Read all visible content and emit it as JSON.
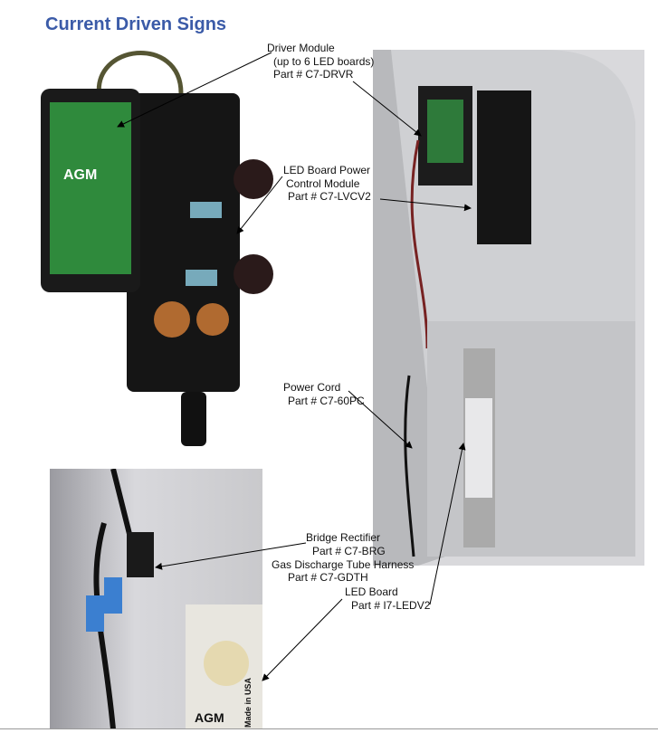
{
  "title": "Current Driven Signs",
  "labels": {
    "driver": {
      "name": "Driver Module",
      "note": "(up to 6 LED boards)",
      "part": "Part # C7-DRVR"
    },
    "lvcv": {
      "line1": "LED Board Power",
      "line2": "Control Module",
      "part": "Part # C7-LVCV2"
    },
    "cord": {
      "name": "Power Cord",
      "part": "Part # C7-60PC"
    },
    "brg": {
      "name": "Bridge Rectifier",
      "part": "Part # C7-BRG"
    },
    "gdth": {
      "name": "Gas Discharge Tube Harness",
      "part": "Part # C7-GDTH"
    },
    "led": {
      "name": "LED Board",
      "part": "Part # I7-LEDV2"
    }
  },
  "photo_text": {
    "brand": "AGM",
    "made": "Made in USA"
  }
}
